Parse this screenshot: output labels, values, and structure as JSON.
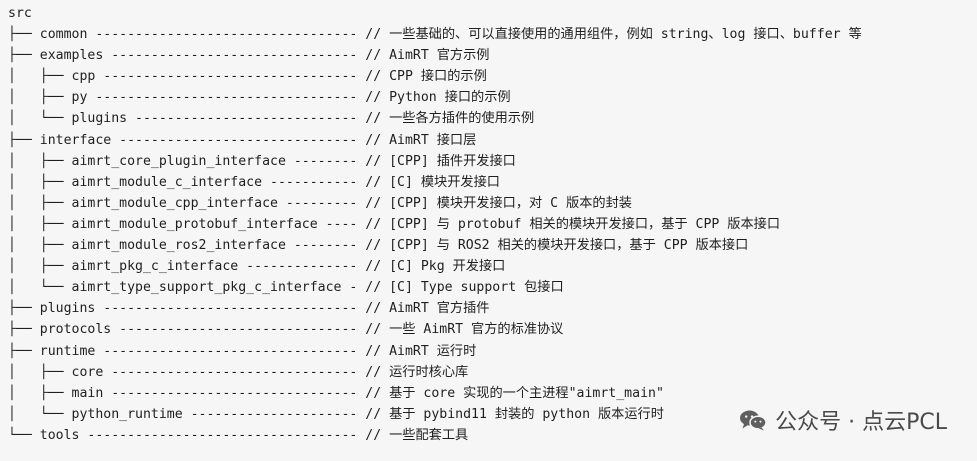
{
  "tree": {
    "lines": [
      "src",
      "├── common --------------------------------- // 一些基础的、可以直接使用的通用组件，例如 string、log 接口、buffer 等",
      "├── examples ------------------------------- // AimRT 官方示例",
      "│   ├── cpp -------------------------------- // CPP 接口的示例",
      "│   ├── py --------------------------------- // Python 接口的示例",
      "│   └── plugins ---------------------------- // 一些各方插件的使用示例",
      "├── interface ------------------------------ // AimRT 接口层",
      "│   ├── aimrt_core_plugin_interface -------- // [CPP] 插件开发接口",
      "│   ├── aimrt_module_c_interface ----------- // [C] 模块开发接口",
      "│   ├── aimrt_module_cpp_interface --------- // [CPP] 模块开发接口，对 C 版本的封装",
      "│   ├── aimrt_module_protobuf_interface ---- // [CPP] 与 protobuf 相关的模块开发接口，基于 CPP 版本接口",
      "│   ├── aimrt_module_ros2_interface -------- // [CPP] 与 ROS2 相关的模块开发接口，基于 CPP 版本接口",
      "│   ├── aimrt_pkg_c_interface -------------- // [C] Pkg 开发接口",
      "│   └── aimrt_type_support_pkg_c_interface - // [C] Type support 包接口",
      "├── plugins -------------------------------- // AimRT 官方插件",
      "├── protocols ------------------------------ // 一些 AimRT 官方的标准协议",
      "├── runtime -------------------------------- // AimRT 运行时",
      "│   ├── core ------------------------------- // 运行时核心库",
      "│   ├── main ------------------------------- // 基于 core 实现的一个主进程\"aimrt_main\"",
      "│   └── python_runtime --------------------- // 基于 pybind11 封装的 python 版本运行时",
      "└── tools ---------------------------------- // 一些配套工具"
    ]
  },
  "watermark": {
    "text": "公众号 · 点云PCL",
    "icon": "wechat-icon"
  }
}
